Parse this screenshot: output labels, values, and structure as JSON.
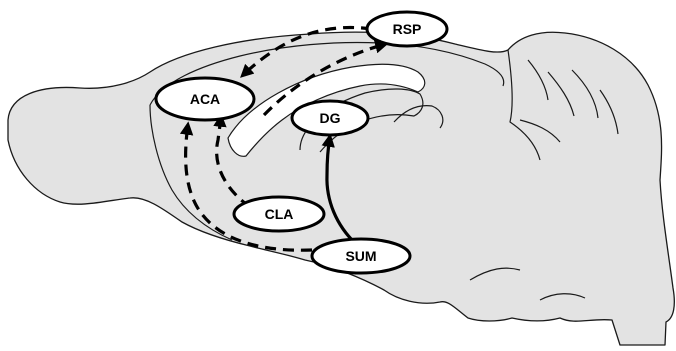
{
  "diagram": {
    "nodes": [
      {
        "id": "RSP",
        "label": "RSP"
      },
      {
        "id": "ACA",
        "label": "ACA"
      },
      {
        "id": "DG",
        "label": "DG"
      },
      {
        "id": "CLA",
        "label": "CLA"
      },
      {
        "id": "SUM",
        "label": "SUM"
      }
    ],
    "edges": [
      {
        "from": "RSP",
        "to": "ACA",
        "style": "dashed"
      },
      {
        "from": "ACA",
        "to": "RSP",
        "style": "dashed"
      },
      {
        "from": "SUM",
        "to": "ACA",
        "style": "dashed"
      },
      {
        "from": "CLA",
        "to": "ACA",
        "style": "dashed"
      },
      {
        "from": "SUM",
        "to": "DG",
        "style": "solid"
      }
    ]
  }
}
